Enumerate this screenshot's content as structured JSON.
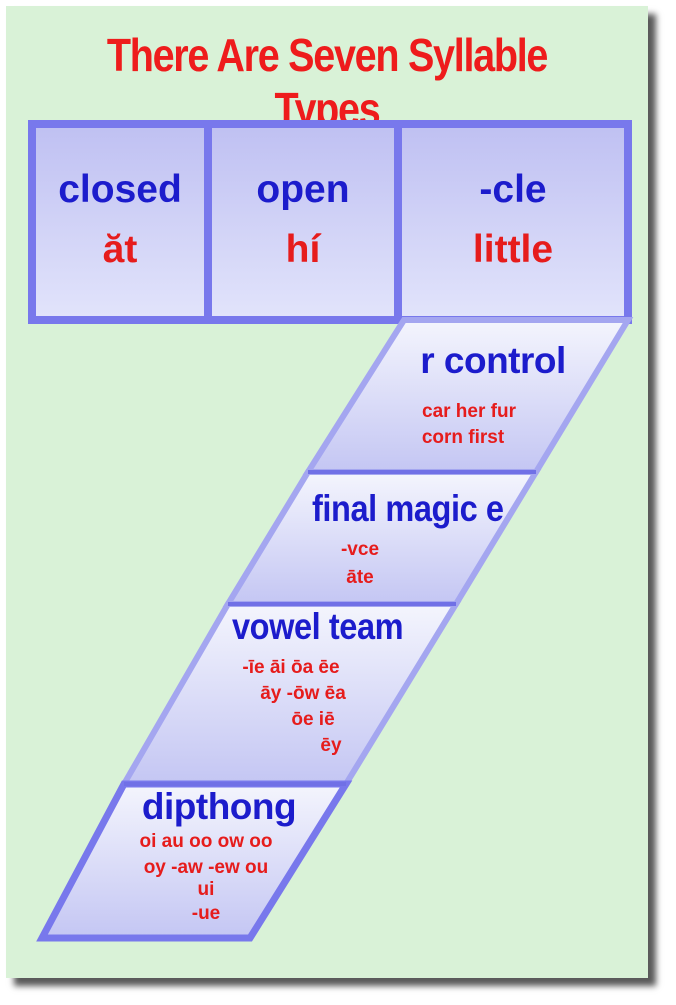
{
  "title": "There Are Seven Syllable Types",
  "colors": {
    "background": "#d9f2d7",
    "title": "#ee1c1c",
    "heading": "#1c1ccc",
    "example": "#e61c1c",
    "border": "#7878ec",
    "cell": "#c6c6f4"
  },
  "top_row": [
    {
      "name": "closed",
      "example": "ăt"
    },
    {
      "name": "open",
      "example": "hí"
    },
    {
      "name": "-cle",
      "example": "little"
    }
  ],
  "stem": [
    {
      "name": "r control",
      "examples": [
        "car  her  fur",
        "corn  first"
      ]
    },
    {
      "name": "final magic e",
      "examples": [
        "-vce",
        "āte"
      ]
    },
    {
      "name": "vowel team",
      "examples": [
        "-īe āi ōa ēe",
        "āy -ōw ēa",
        "ōe iē",
        "ēy"
      ]
    },
    {
      "name": "dipthong",
      "examples": [
        "oi au oo ow oo",
        "oy -aw -ew ou",
        "ui",
        "-ue"
      ]
    }
  ]
}
